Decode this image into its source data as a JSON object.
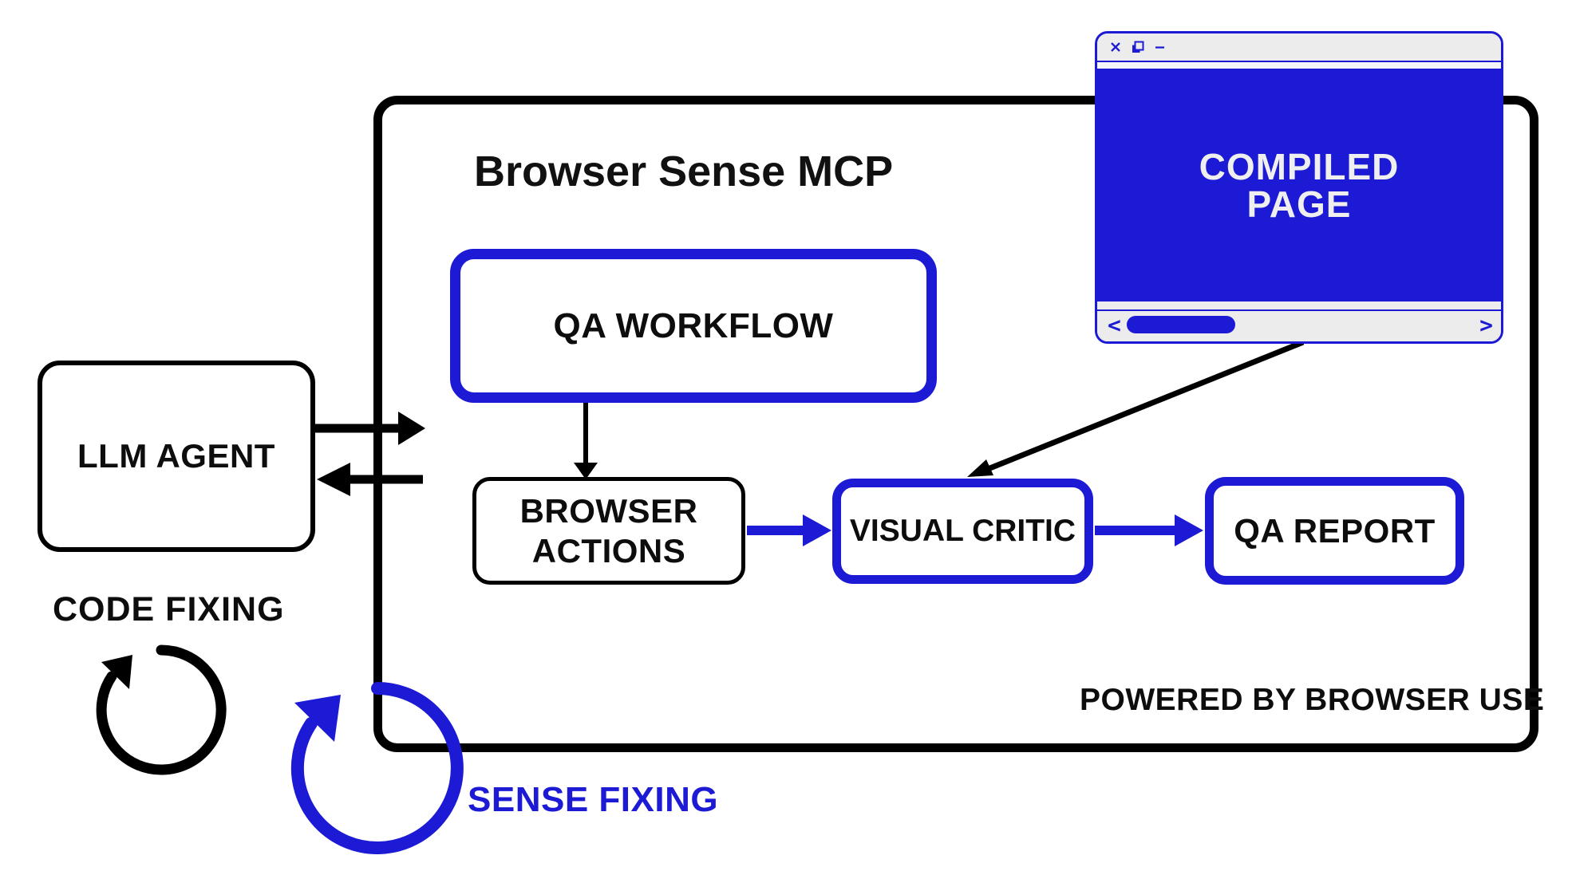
{
  "colors": {
    "blue": "#1c1ad4",
    "black": "#0d0d0d",
    "window_chrome": "#ececec"
  },
  "mcp_box": {
    "title": "Browser Sense MCP",
    "powered_by": "POWERED BY BROWSER USE"
  },
  "nodes": {
    "llm_agent": {
      "label": "LLM AGENT"
    },
    "qa_workflow": {
      "label": "QA WORKFLOW"
    },
    "browser_actions": {
      "label": "BROWSER ACTIONS"
    },
    "visual_critic": {
      "label": "VISUAL CRITIC"
    },
    "qa_report": {
      "label": "QA REPORT"
    }
  },
  "loops": {
    "code_fixing": {
      "label": "CODE FIXING",
      "color": "black"
    },
    "sense_fixing": {
      "label": "SENSE FIXING",
      "color": "blue"
    }
  },
  "browser_window": {
    "content_label": "COMPILED PAGE",
    "control_icons": [
      "close-icon",
      "restore-icon",
      "minimize-icon"
    ],
    "scrollbar": {
      "left_chevron": "<",
      "right_chevron": ">"
    }
  }
}
